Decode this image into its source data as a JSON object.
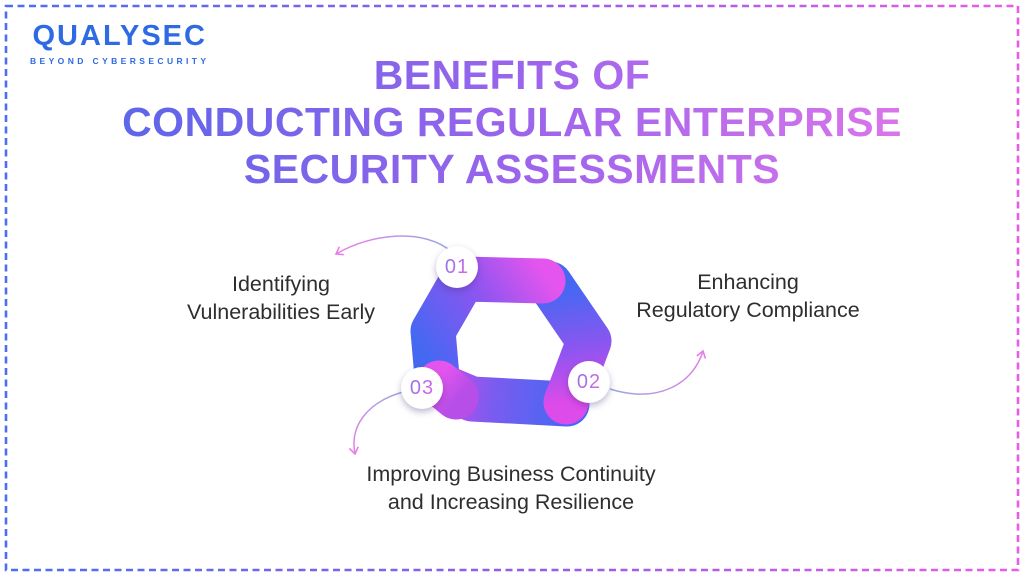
{
  "logo": {
    "brand": "QUALYSEC",
    "tagline": "BEYOND CYBERSECURITY",
    "color": "#2d6ae4"
  },
  "title": {
    "line1": "BENEFITS OF",
    "line2": "CONDUCTING REGULAR ENTERPRISE",
    "line3": "SECURITY ASSESSMENTS",
    "gradient_start": "#4b66e8",
    "gradient_mid": "#9d64ec",
    "gradient_end": "#ee7bea"
  },
  "border": {
    "style": "dashed",
    "color_left": "#4a6ff0",
    "color_mid": "#9a5ce8",
    "color_right": "#ea5ce8"
  },
  "diagram": {
    "shape": "triangular-ribbon-loop",
    "loop_colors": {
      "blue": "#4568f2",
      "purple": "#8e55f0",
      "magenta": "#dd4bea"
    },
    "steps": [
      {
        "number": "01",
        "line1": "Identifying",
        "line2": "Vulnerabilities Early"
      },
      {
        "number": "02",
        "line1": "Enhancing",
        "line2": "Regulatory Compliance"
      },
      {
        "number": "03",
        "line1": "Improving Business Continuity",
        "line2": "and Increasing Resilience"
      }
    ]
  }
}
